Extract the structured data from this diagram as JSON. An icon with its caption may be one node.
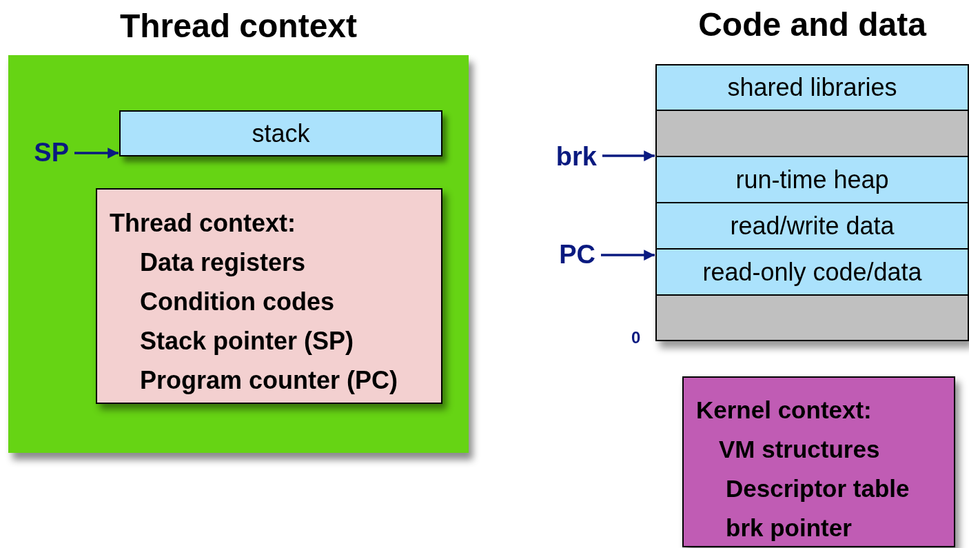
{
  "diagram": {
    "nodes": [
      {
        "text": [
          "Thread context"
        ]
      },
      {
        "text": [
          "stack"
        ],
        "in": 0
      },
      {
        "text": [
          "Thread context:",
          "Data registers",
          "Condition codes",
          "Stack pointer (SP)",
          "Program counter (PC)"
        ],
        "in": 0
      },
      {
        "text": [
          "SP"
        ],
        "in": 0
      },
      {
        "text": [
          "Code and data"
        ]
      },
      {
        "text": [
          "shared libraries"
        ],
        "in": 4
      },
      {
        "text": [],
        "shape": "box",
        "in": 4
      },
      {
        "text": [
          "run-time heap"
        ],
        "in": 4
      },
      {
        "text": [
          "read/write data"
        ],
        "in": 4
      },
      {
        "text": [
          "read-only code/data"
        ],
        "in": 4
      },
      {
        "text": [],
        "shape": "box",
        "in": 4
      },
      {
        "text": [
          "brk"
        ]
      },
      {
        "text": [
          "PC"
        ]
      },
      {
        "text": [
          "Kernel context:",
          "VM structures",
          "Descriptor table",
          "brk pointer"
        ]
      }
    ],
    "edges": [
      {
        "from": 3,
        "to": 1,
        "arrow": "to"
      },
      {
        "from": 11,
        "to": 7,
        "arrow": "to"
      },
      {
        "from": 12,
        "to": 9,
        "arrow": "to"
      }
    ],
    "labels": [
      "0"
    ]
  }
}
